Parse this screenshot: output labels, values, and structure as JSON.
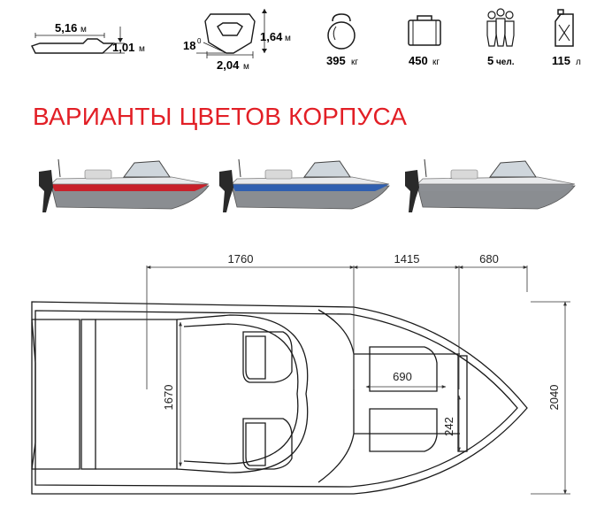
{
  "specs": {
    "length_value": "5,16",
    "length_unit": "м",
    "height_value": "1,01",
    "height_unit": "м",
    "deadrise_value": "18",
    "deadrise_unit": "0",
    "hull_depth_value": "1,64",
    "hull_depth_unit": "м",
    "beam_value": "2,04",
    "beam_unit": "м",
    "weight_value": "395",
    "weight_unit": "кг",
    "payload_value": "450",
    "payload_unit": "кг",
    "persons_value": "5",
    "persons_unit": "чел.",
    "fuel_value": "115",
    "fuel_unit": "л"
  },
  "colors_heading": "ВАРИАНТЫ ЦВЕТОВ КОРПУСА",
  "hull_color_variants": [
    {
      "stripe_color": "#c8202a"
    },
    {
      "stripe_color": "#2f5fb0"
    },
    {
      "stripe_color": "#8c8f94"
    }
  ],
  "dimensions": {
    "cockpit_length": "1760",
    "midsection_length": "1415",
    "bow_length": "680",
    "overall_width": "2040",
    "interior_width": "1670",
    "hatch_length": "690",
    "hatch_width": "242"
  },
  "colors": {
    "accent_red": "#e21f26",
    "line": "#1a1a1a",
    "dim_line": "#333333",
    "hull_gray": "#8a8d91"
  }
}
